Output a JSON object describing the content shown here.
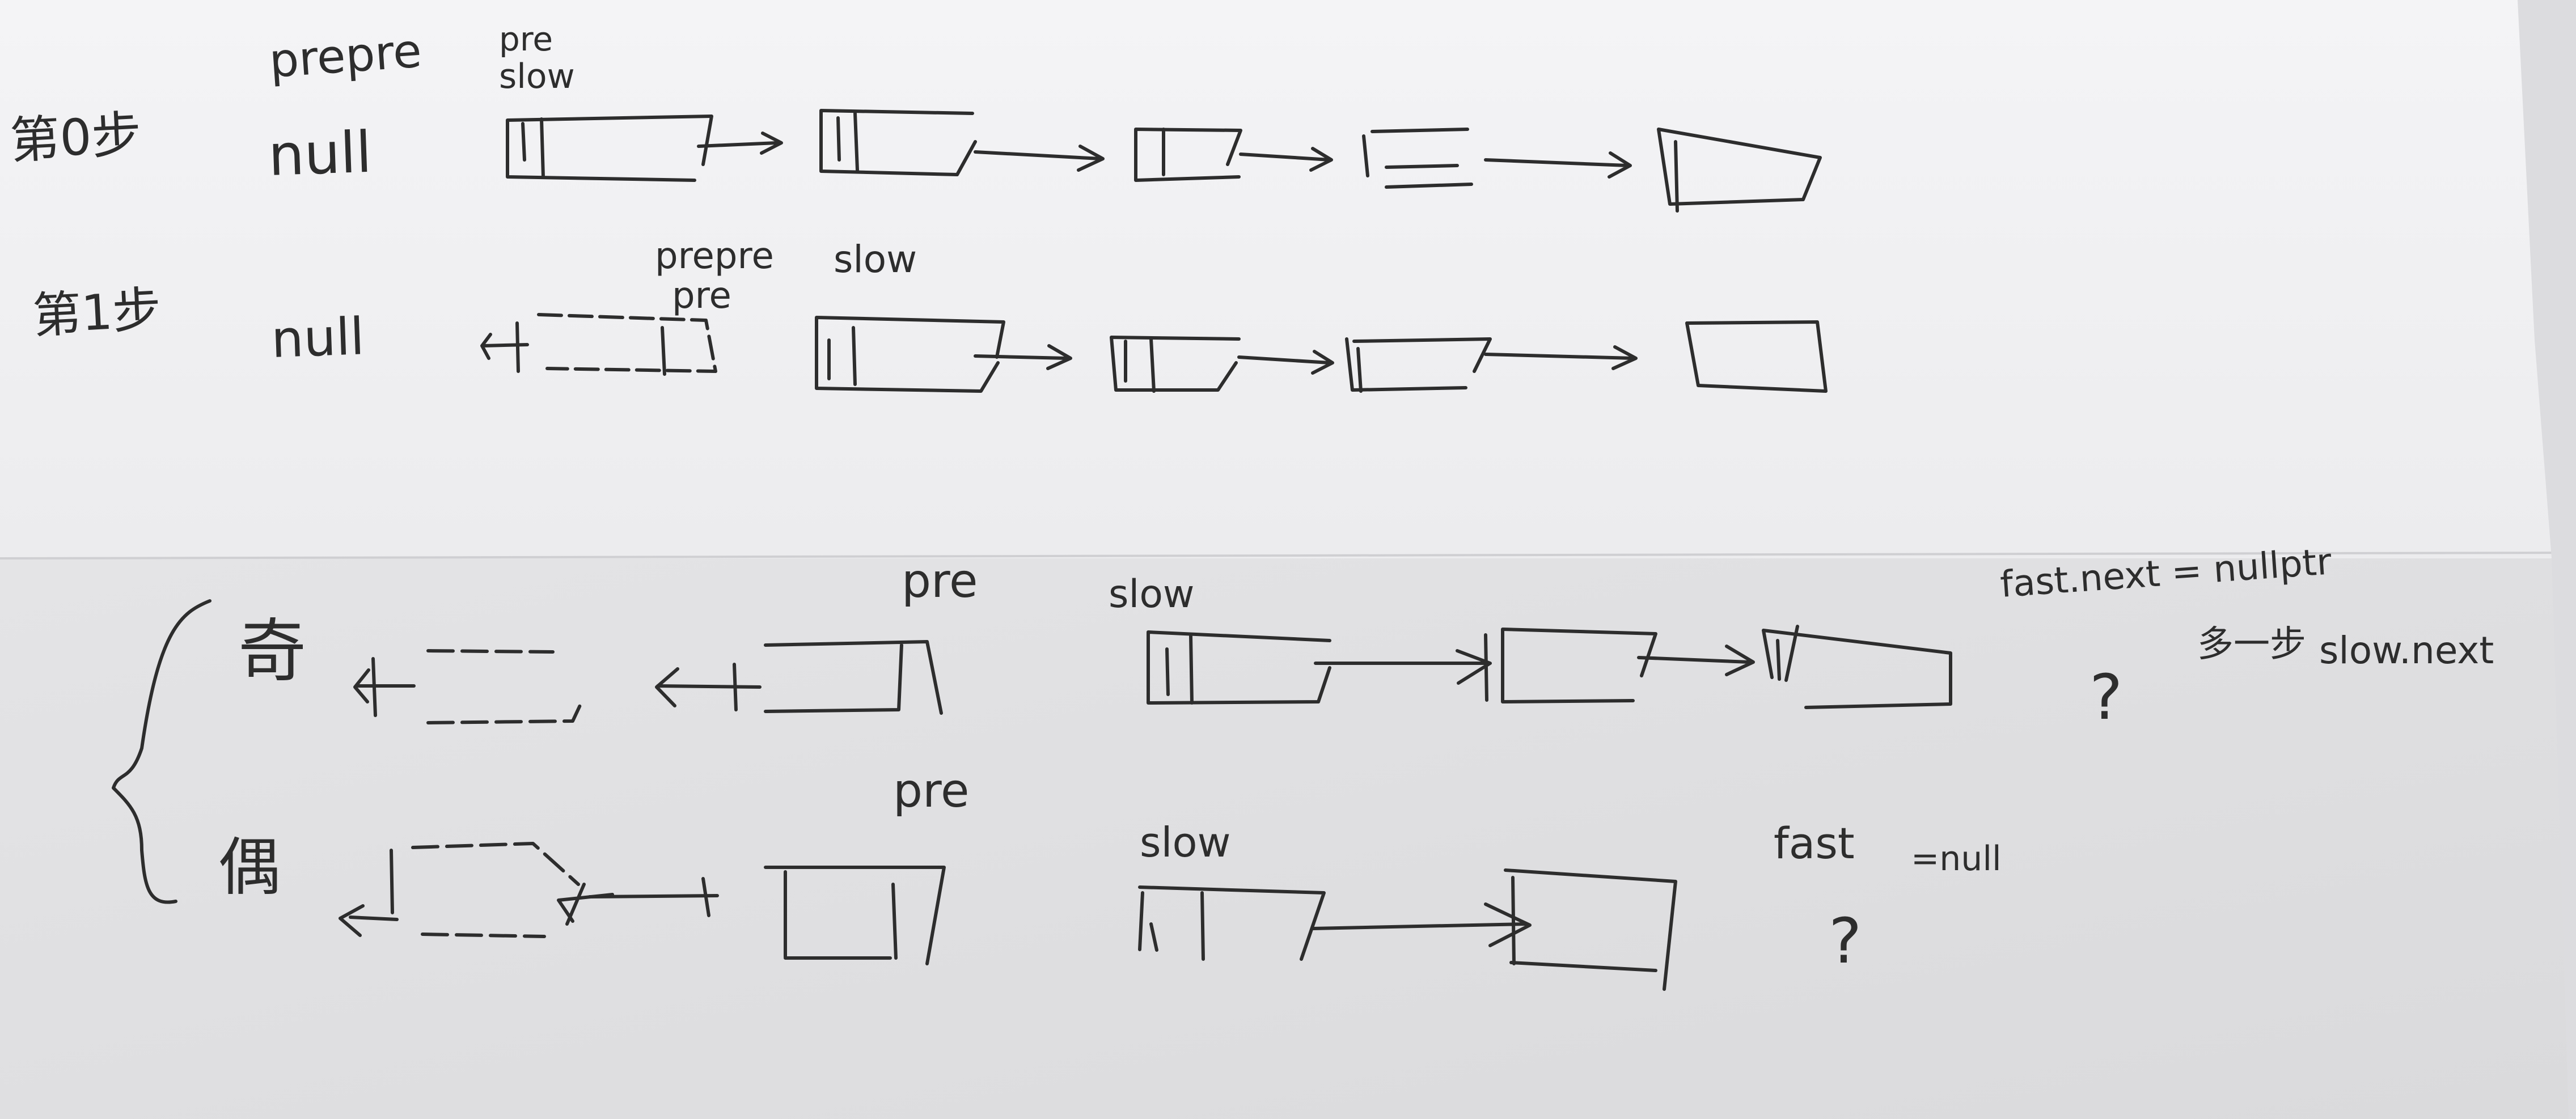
{
  "colors": {
    "paper_top": "#f1f1f3",
    "paper_bottom": "#e0e0e2",
    "ink": "#2d2d2d"
  },
  "row0": {
    "step_label": "第0步",
    "null_label": "null",
    "prepre_label": "prepre",
    "pre_label": "pre",
    "slow_label": "slow"
  },
  "row1": {
    "step_label": "第1步",
    "null_label": "null",
    "prepre_label": "prepre",
    "pre_label": "pre",
    "slow_label": "slow"
  },
  "odd": {
    "label": "奇",
    "pre_label": "pre",
    "slow_label": "slow",
    "condition": "fast.next = nullptr",
    "step_note": "多一步",
    "step_target": "slow.next",
    "question": "?"
  },
  "even": {
    "label": "偶",
    "pre_label": "pre",
    "slow_label": "slow",
    "fast_label": "fast",
    "condition": "=null",
    "question": "?"
  }
}
